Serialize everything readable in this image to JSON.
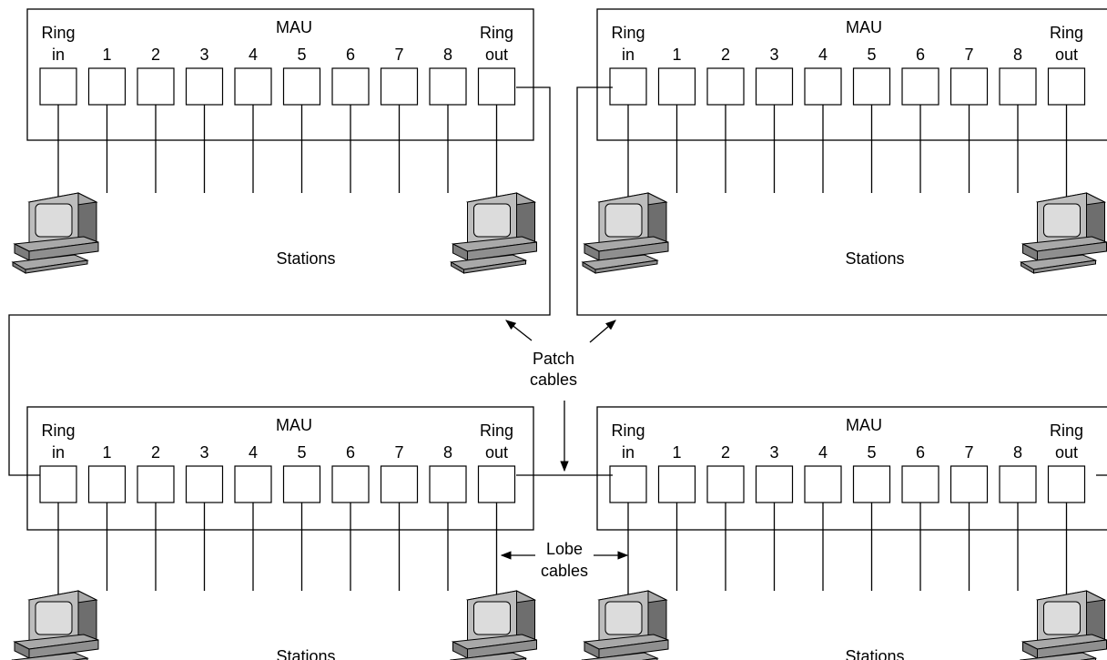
{
  "diagram": {
    "mau_label": "MAU",
    "ring_in_top": "Ring",
    "ring_in_bottom": "in",
    "ring_out_top": "Ring",
    "ring_out_bottom": "out",
    "port_numbers": [
      "1",
      "2",
      "3",
      "4",
      "5",
      "6",
      "7",
      "8"
    ],
    "stations_label": "Stations",
    "patch_cables_line1": "Patch",
    "patch_cables_line2": "cables",
    "lobe_cables_line1": "Lobe",
    "lobe_cables_line2": "cables"
  }
}
